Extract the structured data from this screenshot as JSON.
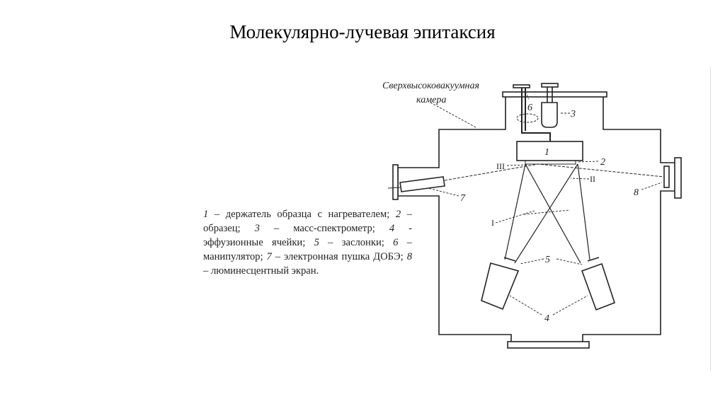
{
  "slide": {
    "title": "Молекулярно-лучевая эпитаксия",
    "legend": [
      {
        "num": "1",
        "text": " – держатель образца с нагревателем; "
      },
      {
        "num": "2",
        "text": " – образец; "
      },
      {
        "num": "3",
        "text": " – масс-спектрометр; "
      },
      {
        "num": "4",
        "text": " - эффузионные ячейки; "
      },
      {
        "num": "5",
        "text": " – заслонки; "
      },
      {
        "num": "6",
        "text": " – манипулятор; "
      },
      {
        "num": "7",
        "text": " – электронная пушка ДОБЭ; "
      },
      {
        "num": "8",
        "text": " – люминесцентный экран."
      }
    ]
  },
  "diagram": {
    "chamber_label_1": "Сверхвысоковакуумная",
    "chamber_label_2": "камера",
    "labels": {
      "n1": "1",
      "n2": "2",
      "n3": "3",
      "n4": "4",
      "n5": "5",
      "n6": "6",
      "n7": "7",
      "n8": "8",
      "r1": "I",
      "r2": "II",
      "r3": "III"
    }
  }
}
